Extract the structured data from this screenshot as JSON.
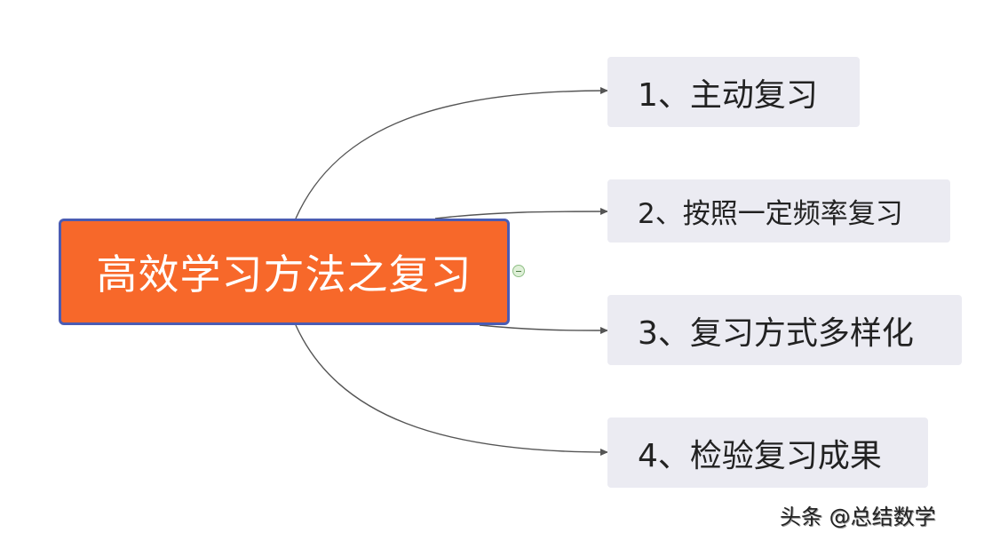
{
  "central": {
    "label": "高效学习方法之复习"
  },
  "branches": [
    {
      "label": "1、主动复习"
    },
    {
      "label": "2、按照一定频率复习"
    },
    {
      "label": "3、复习方式多样化"
    },
    {
      "label": "4、检验复习成果"
    }
  ],
  "watermark": "头条 @总结数学",
  "colors": {
    "central_fill": "#f7682a",
    "central_border": "#4a5cb3",
    "branch_fill": "#ebebf2",
    "link": "#555555"
  }
}
